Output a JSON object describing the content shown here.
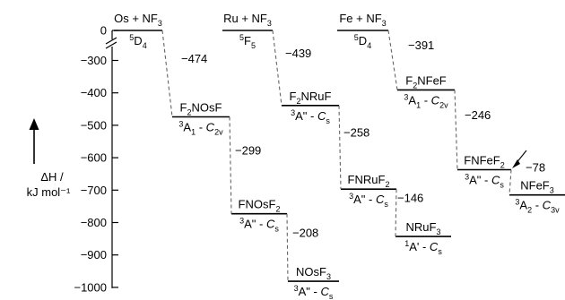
{
  "colors": {
    "line": "#000000",
    "dash": "#666666",
    "text": "#000000"
  },
  "axis": {
    "label_line1": "ΔH /",
    "label_line2": "kJ mol⁻¹",
    "ticks": [
      0,
      -300,
      -400,
      -500,
      -600,
      -700,
      -800,
      -900,
      -1000
    ],
    "tick_labels": [
      "0",
      "−300",
      "−400",
      "−500",
      "−600",
      "−700",
      "−800",
      "−900",
      "−1000"
    ],
    "break": true
  },
  "columns": [
    {
      "id": "os",
      "reactants": {
        "text": "Os + NF",
        "sub": "3"
      },
      "reactant_state": {
        "sup": "5",
        "text": "D",
        "sub": "4"
      },
      "steps": [
        {
          "delta": "−474"
        },
        {
          "delta": "−299"
        },
        {
          "delta": "−208"
        }
      ],
      "levels": [
        {
          "energy": 0
        },
        {
          "energy": -474,
          "species": [
            [
              "F",
              ""
            ],
            [
              "2",
              "sub"
            ],
            [
              "NOsF",
              ""
            ]
          ],
          "state": [
            [
              "3",
              "sup"
            ],
            [
              "A",
              ""
            ],
            [
              "1",
              "sub"
            ],
            [
              " - ",
              ""
            ],
            [
              "C",
              "it"
            ],
            [
              "2v",
              "sub"
            ]
          ]
        },
        {
          "energy": -773,
          "species": [
            [
              "FNOsF",
              ""
            ],
            [
              "2",
              "sub"
            ]
          ],
          "state": [
            [
              "3",
              "sup"
            ],
            [
              "A\" - ",
              ""
            ],
            [
              "C",
              "it"
            ],
            [
              "s",
              "sub"
            ]
          ]
        },
        {
          "energy": -981,
          "species": [
            [
              "NOsF",
              ""
            ],
            [
              "3",
              "sub"
            ]
          ],
          "state": [
            [
              "3",
              "sup"
            ],
            [
              "A\" - ",
              ""
            ],
            [
              "C",
              "it"
            ],
            [
              "s",
              "sub"
            ]
          ]
        }
      ]
    },
    {
      "id": "ru",
      "reactants": {
        "text": "Ru + NF",
        "sub": "3"
      },
      "reactant_state": {
        "sup": "5",
        "text": "F",
        "sub": "5"
      },
      "steps": [
        {
          "delta": "−439"
        },
        {
          "delta": "−258"
        },
        {
          "delta": "−146"
        }
      ],
      "levels": [
        {
          "energy": 0
        },
        {
          "energy": -439,
          "species": [
            [
              "F",
              ""
            ],
            [
              "2",
              "sub"
            ],
            [
              "NRuF",
              ""
            ]
          ],
          "state": [
            [
              "3",
              "sup"
            ],
            [
              "A\" - ",
              ""
            ],
            [
              "C",
              "it"
            ],
            [
              "s",
              "sub"
            ]
          ]
        },
        {
          "energy": -697,
          "species": [
            [
              "FNRuF",
              ""
            ],
            [
              "2",
              "sub"
            ]
          ],
          "state": [
            [
              "3",
              "sup"
            ],
            [
              "A\" - ",
              ""
            ],
            [
              "C",
              "it"
            ],
            [
              "s",
              "sub"
            ]
          ]
        },
        {
          "energy": -843,
          "species": [
            [
              "NRuF",
              ""
            ],
            [
              "3",
              "sub"
            ]
          ],
          "state": [
            [
              "1",
              "sup"
            ],
            [
              "A' - ",
              ""
            ],
            [
              "C",
              "it"
            ],
            [
              "s",
              "sub"
            ]
          ]
        }
      ]
    },
    {
      "id": "fe",
      "reactants": {
        "text": "Fe + NF",
        "sub": "3"
      },
      "reactant_state": {
        "sup": "5",
        "text": "D",
        "sub": "4"
      },
      "steps": [
        {
          "delta": "−391"
        },
        {
          "delta": "−246"
        },
        {
          "delta": "−78"
        }
      ],
      "levels": [
        {
          "energy": 0
        },
        {
          "energy": -391,
          "species": [
            [
              "F",
              ""
            ],
            [
              "2",
              "sub"
            ],
            [
              "NFeF",
              ""
            ]
          ],
          "state": [
            [
              "3",
              "sup"
            ],
            [
              "A",
              ""
            ],
            [
              "1",
              "sub"
            ],
            [
              " - ",
              ""
            ],
            [
              "C",
              "it"
            ],
            [
              "2v",
              "sub"
            ]
          ]
        },
        {
          "energy": -637,
          "species": [
            [
              "FNFeF",
              ""
            ],
            [
              "2",
              "sub"
            ]
          ],
          "state": [
            [
              "3",
              "sup"
            ],
            [
              "A\" - ",
              ""
            ],
            [
              "C",
              "it"
            ],
            [
              "s",
              "sub"
            ]
          ]
        },
        {
          "energy": -715,
          "species": [
            [
              "NFeF",
              ""
            ],
            [
              "3",
              "sub"
            ]
          ],
          "state": [
            [
              "3",
              "sup"
            ],
            [
              "A",
              ""
            ],
            [
              "2",
              "sub"
            ],
            [
              " - ",
              ""
            ],
            [
              "C",
              "it"
            ],
            [
              "3v",
              "sub"
            ]
          ]
        }
      ]
    }
  ]
}
